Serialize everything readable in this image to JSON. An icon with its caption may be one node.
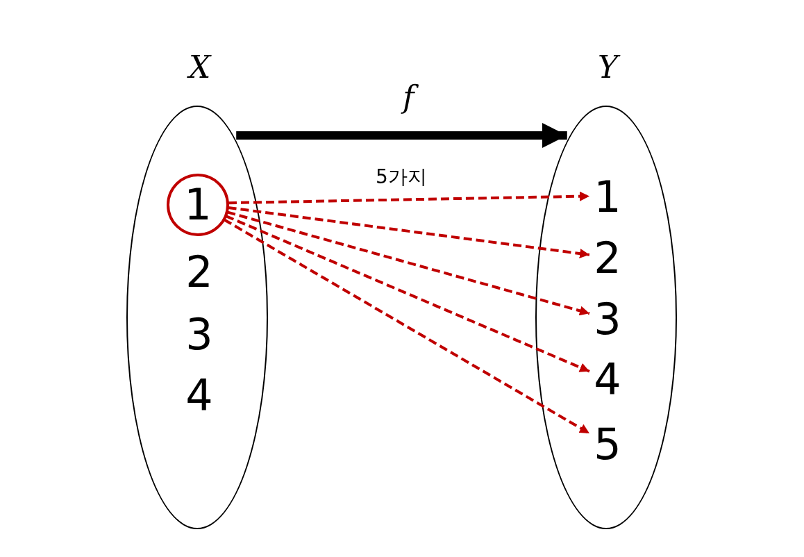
{
  "diagram": {
    "nodes": [
      {
        "text": [
          "X"
        ]
      },
      {
        "text": [
          "1"
        ],
        "in": 0
      },
      {
        "text": [
          "2"
        ],
        "in": 0
      },
      {
        "text": [
          "3"
        ],
        "in": 0
      },
      {
        "text": [
          "4"
        ],
        "in": 0
      },
      {
        "text": [
          "Y"
        ]
      },
      {
        "text": [
          "1"
        ],
        "in": 5
      },
      {
        "text": [
          "2"
        ],
        "in": 5
      },
      {
        "text": [
          "3"
        ],
        "in": 5
      },
      {
        "text": [
          "4"
        ],
        "in": 5
      },
      {
        "text": [
          "5"
        ],
        "in": 5
      }
    ],
    "edges": [
      {
        "from": 0,
        "to": 5,
        "arrow": "to",
        "label": "f",
        "style": "thick",
        "color": "#000000"
      },
      {
        "from": 1,
        "to": 6,
        "arrow": "to",
        "style": "dashed"
      },
      {
        "from": 1,
        "to": 7,
        "arrow": "to",
        "style": "dashed"
      },
      {
        "from": 1,
        "to": 8,
        "arrow": "to",
        "style": "dashed"
      },
      {
        "from": 1,
        "to": 9,
        "arrow": "to",
        "style": "dashed"
      },
      {
        "from": 1,
        "to": 10,
        "arrow": "to",
        "style": "dashed"
      }
    ],
    "labels": [
      "5가지"
    ]
  }
}
